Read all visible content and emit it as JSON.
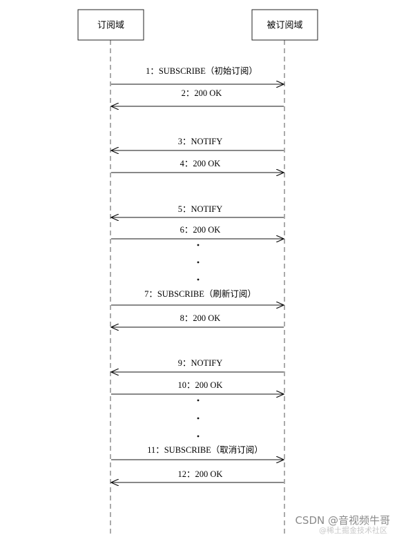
{
  "diagram": {
    "left_entity": "订阅域",
    "right_entity": "被订阅域",
    "messages": [
      {
        "text": "1：SUBSCRIBE（初始订阅）",
        "direction": "right"
      },
      {
        "text": "2：200 OK",
        "direction": "left"
      },
      {
        "text": "3：NOTIFY",
        "direction": "left"
      },
      {
        "text": "4：200 OK",
        "direction": "right"
      },
      {
        "text": "5：NOTIFY",
        "direction": "left"
      },
      {
        "text": "6：200 OK",
        "direction": "right"
      },
      {
        "text": "7：SUBSCRIBE（刷新订阅）",
        "direction": "right"
      },
      {
        "text": "8：200 OK",
        "direction": "left"
      },
      {
        "text": "9：NOTIFY",
        "direction": "left"
      },
      {
        "text": "10：200 OK",
        "direction": "right"
      },
      {
        "text": "11：SUBSCRIBE（取消订阅）",
        "direction": "right"
      },
      {
        "text": "12：200 OK",
        "direction": "left"
      }
    ]
  },
  "watermark": {
    "main": "CSDN @音视频牛哥",
    "sub": "@稀土掘金技术社区"
  }
}
